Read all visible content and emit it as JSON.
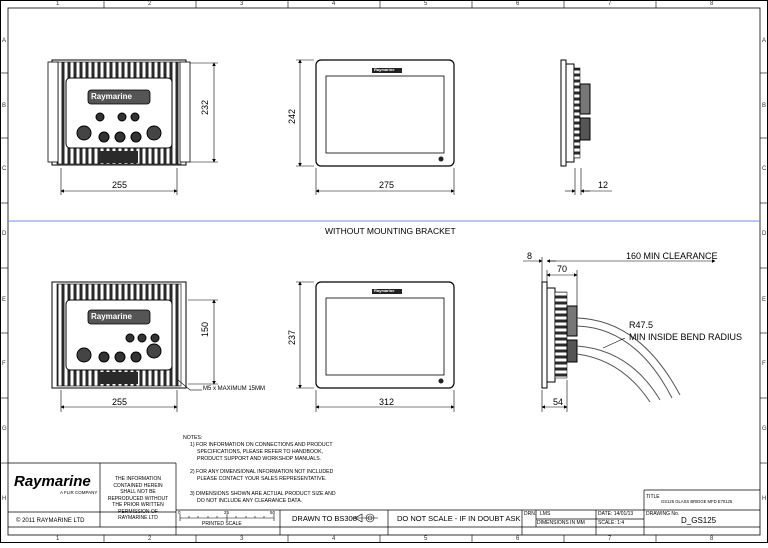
{
  "grid": {
    "columns": [
      "1",
      "2",
      "3",
      "4",
      "5",
      "6",
      "7",
      "8"
    ],
    "rows": [
      "A",
      "B",
      "C",
      "D",
      "E",
      "F",
      "G",
      "H"
    ]
  },
  "views": {
    "top": {
      "back_dims": {
        "width": "255",
        "height": "232"
      },
      "front_dims": {
        "width": "275",
        "height": "242"
      },
      "side_dims": {
        "depth": "12"
      }
    },
    "section_title": "WITHOUT MOUNTING BRACKET",
    "bottom": {
      "back_dims": {
        "width": "255",
        "height": "150"
      },
      "front_dims": {
        "width": "312",
        "height": "237"
      },
      "screw_note": "M5 x MAXIMUM 15MM",
      "side_dims": {
        "bezel": "8",
        "depth": "70",
        "total": "54"
      },
      "clearance": "160 MIN CLEARANCE",
      "bend_radius_1": "R47.5",
      "bend_radius_2": "MIN INSIDE BEND RADIUS"
    }
  },
  "brand": {
    "logo_text": "Raymarine",
    "tagline": "A FLIR COMPANY",
    "bezel_logo": "Raymarine"
  },
  "notes": {
    "heading": "NOTES:",
    "items": [
      "1) FOR INFORMATION ON CONNECTIONS AND PRODUCT",
      "SPECIFICATIONS, PLEASE REFER TO HANDBOOK,",
      "PRODUCT SUPPORT AND WORKSHOP MANUALS.",
      "2) FOR ANY DIMENSIONAL INFORMATION NOT INCLUDED",
      "PLEASE CONTACT YOUR SALES REPRESENTATIVE.",
      "3) DIMENSIONS SHOWN ARE ACTUAL PRODUCT SIZE AND",
      "DO NOT INCLUDE ANY CLEARANCE DATA."
    ]
  },
  "title_block": {
    "info_lines": [
      "THE INFORMATION",
      "CONTAINED HEREIN",
      "SHALL NOT BE",
      "REPRODUCED WITHOUT",
      "THE PRIOR WRITTEN",
      "PERMISSION OF",
      "RAYMARINE LTD"
    ],
    "copyright": "© 2011 RAYMARINE LTD",
    "scale_marks": [
      "0",
      "25",
      "50"
    ],
    "printed_scale": "PRINTED SCALE",
    "drawn_to": "DRAWN TO BS308",
    "do_not_scale": "DO NOT SCALE - IF IN DOUBT ASK",
    "drn_label": "DRN.",
    "drn_value": "LMS",
    "dimensions": "DIMENSIONS IN MM",
    "date": "DATE: 14/01/13",
    "scale": "SCALE:  1:4",
    "title_label": "TITLE",
    "title_value": "GS125 GLASS BRIDGE MFD E70125",
    "drawing_no_label": "DRAWING No.",
    "drawing_no": "D_GS125"
  },
  "colors": {
    "line": "#000000",
    "section_divider": "#7a8fd8",
    "fill_dark": "#2a2a2a",
    "fill_mid": "#8a8a8a"
  }
}
